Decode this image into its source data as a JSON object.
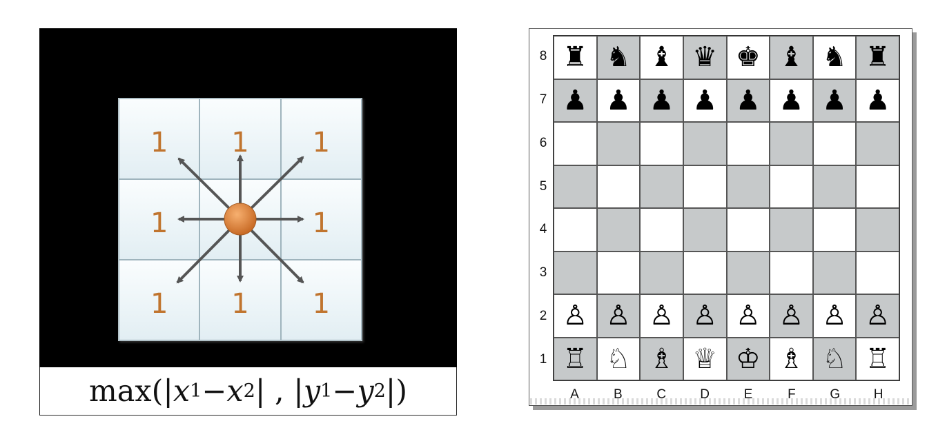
{
  "grid_diagram": {
    "cells": [
      "1",
      "1",
      "1",
      "1",
      "",
      "1",
      "1",
      "1",
      "1"
    ],
    "center_marker_color": "#e08a3a",
    "number_color": "#c0742e",
    "arrow_color": "#555555"
  },
  "formula": {
    "func": "max",
    "open": "(|",
    "x1": "x",
    "x1_sub": "1",
    "minus1": " − ",
    "x2": "x",
    "x2_sub": "2",
    "mid": "| , |",
    "y1": "y",
    "y1_sub": "1",
    "minus2": " − ",
    "y2": "y",
    "y2_sub": "2",
    "close": "|)"
  },
  "chessboard": {
    "rank_labels": [
      "8",
      "7",
      "6",
      "5",
      "4",
      "3",
      "2",
      "1"
    ],
    "file_labels": [
      "A",
      "B",
      "C",
      "D",
      "E",
      "F",
      "G",
      "H"
    ],
    "rows": [
      [
        "♜",
        "♞",
        "♝",
        "♛",
        "♚",
        "♝",
        "♞",
        "♜"
      ],
      [
        "♟",
        "♟",
        "♟",
        "♟",
        "♟",
        "♟",
        "♟",
        "♟"
      ],
      [
        "",
        "",
        "",
        "",
        "",
        "",
        "",
        ""
      ],
      [
        "",
        "",
        "",
        "",
        "",
        "",
        "",
        ""
      ],
      [
        "",
        "",
        "",
        "",
        "",
        "",
        "",
        ""
      ],
      [
        "",
        "",
        "",
        "",
        "",
        "",
        "",
        ""
      ],
      [
        "♙",
        "♙",
        "♙",
        "♙",
        "♙",
        "♙",
        "♙",
        "♙"
      ],
      [
        "♖",
        "♘",
        "♗",
        "♕",
        "♔",
        "♗",
        "♘",
        "♖"
      ]
    ],
    "light_square_color": "#ffffff",
    "dark_square_color": "#c6c9ca"
  }
}
